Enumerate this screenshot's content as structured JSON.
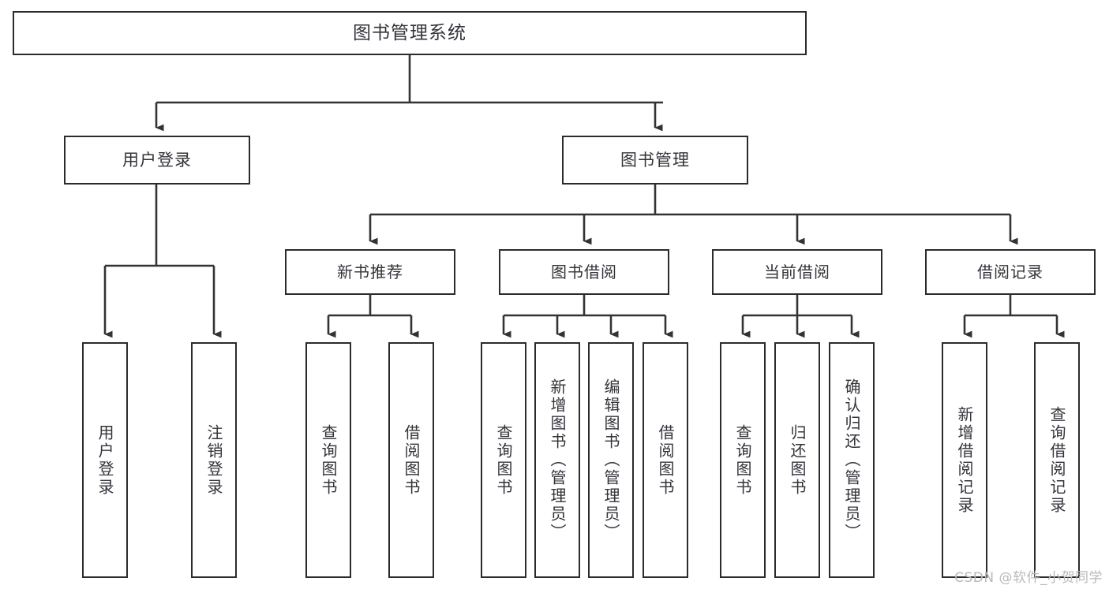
{
  "diagram": {
    "title": "图书管理系统",
    "type": "tree",
    "watermark": "CSDN @软件_小贺同学",
    "colors": {
      "box_border": "#2b2b2b",
      "box_fill": "#ffffff",
      "text": "#33333a",
      "edge": "#333333",
      "watermark": "#b9b9b9",
      "background": "#ffffff"
    },
    "nodes": {
      "root": {
        "label": "图书管理系统",
        "level": 0,
        "orientation": "horizontal"
      },
      "user_login": {
        "label": "用户登录",
        "level": 1,
        "orientation": "horizontal"
      },
      "book_mgmt": {
        "label": "图书管理",
        "level": 1,
        "orientation": "horizontal"
      },
      "new_book_rec": {
        "label": "新书推荐",
        "level": 2,
        "orientation": "horizontal"
      },
      "book_borrow": {
        "label": "图书借阅",
        "level": 2,
        "orientation": "horizontal"
      },
      "current_borrow": {
        "label": "当前借阅",
        "level": 2,
        "orientation": "horizontal"
      },
      "borrow_record": {
        "label": "借阅记录",
        "level": 2,
        "orientation": "horizontal"
      },
      "leaf_user_login": {
        "label": "用户登录",
        "level": 3,
        "orientation": "vertical"
      },
      "leaf_logout": {
        "label": "注销登录",
        "level": 3,
        "orientation": "vertical"
      },
      "leaf_query_book_a": {
        "label": "查询图书",
        "level": 3,
        "orientation": "vertical"
      },
      "leaf_borrow_book_a": {
        "label": "借阅图书",
        "level": 3,
        "orientation": "vertical"
      },
      "leaf_query_book_b": {
        "label": "查询图书",
        "level": 3,
        "orientation": "vertical"
      },
      "leaf_add_book": {
        "label": "新增图书（管理员）",
        "level": 3,
        "orientation": "vertical"
      },
      "leaf_edit_book": {
        "label": "编辑图书（管理员）",
        "level": 3,
        "orientation": "vertical"
      },
      "leaf_borrow_book_b": {
        "label": "借阅图书",
        "level": 3,
        "orientation": "vertical"
      },
      "leaf_query_book_c": {
        "label": "查询图书",
        "level": 3,
        "orientation": "vertical"
      },
      "leaf_return_book": {
        "label": "归还图书",
        "level": 3,
        "orientation": "vertical"
      },
      "leaf_confirm_return": {
        "label": "确认归还（管理员）",
        "level": 3,
        "orientation": "vertical"
      },
      "leaf_add_record": {
        "label": "新增借阅记录",
        "level": 3,
        "orientation": "vertical"
      },
      "leaf_query_record": {
        "label": "查询借阅记录",
        "level": 3,
        "orientation": "vertical"
      }
    },
    "edges": [
      {
        "from": "root",
        "to": "user_login"
      },
      {
        "from": "root",
        "to": "book_mgmt"
      },
      {
        "from": "user_login",
        "to": "leaf_user_login"
      },
      {
        "from": "user_login",
        "to": "leaf_logout"
      },
      {
        "from": "book_mgmt",
        "to": "new_book_rec"
      },
      {
        "from": "book_mgmt",
        "to": "book_borrow"
      },
      {
        "from": "book_mgmt",
        "to": "current_borrow"
      },
      {
        "from": "book_mgmt",
        "to": "borrow_record"
      },
      {
        "from": "new_book_rec",
        "to": "leaf_query_book_a"
      },
      {
        "from": "new_book_rec",
        "to": "leaf_borrow_book_a"
      },
      {
        "from": "book_borrow",
        "to": "leaf_query_book_b"
      },
      {
        "from": "book_borrow",
        "to": "leaf_add_book"
      },
      {
        "from": "book_borrow",
        "to": "leaf_edit_book"
      },
      {
        "from": "book_borrow",
        "to": "leaf_borrow_book_b"
      },
      {
        "from": "current_borrow",
        "to": "leaf_query_book_c"
      },
      {
        "from": "current_borrow",
        "to": "leaf_return_book"
      },
      {
        "from": "current_borrow",
        "to": "leaf_confirm_return"
      },
      {
        "from": "borrow_record",
        "to": "leaf_add_record"
      },
      {
        "from": "borrow_record",
        "to": "leaf_query_record"
      }
    ]
  }
}
